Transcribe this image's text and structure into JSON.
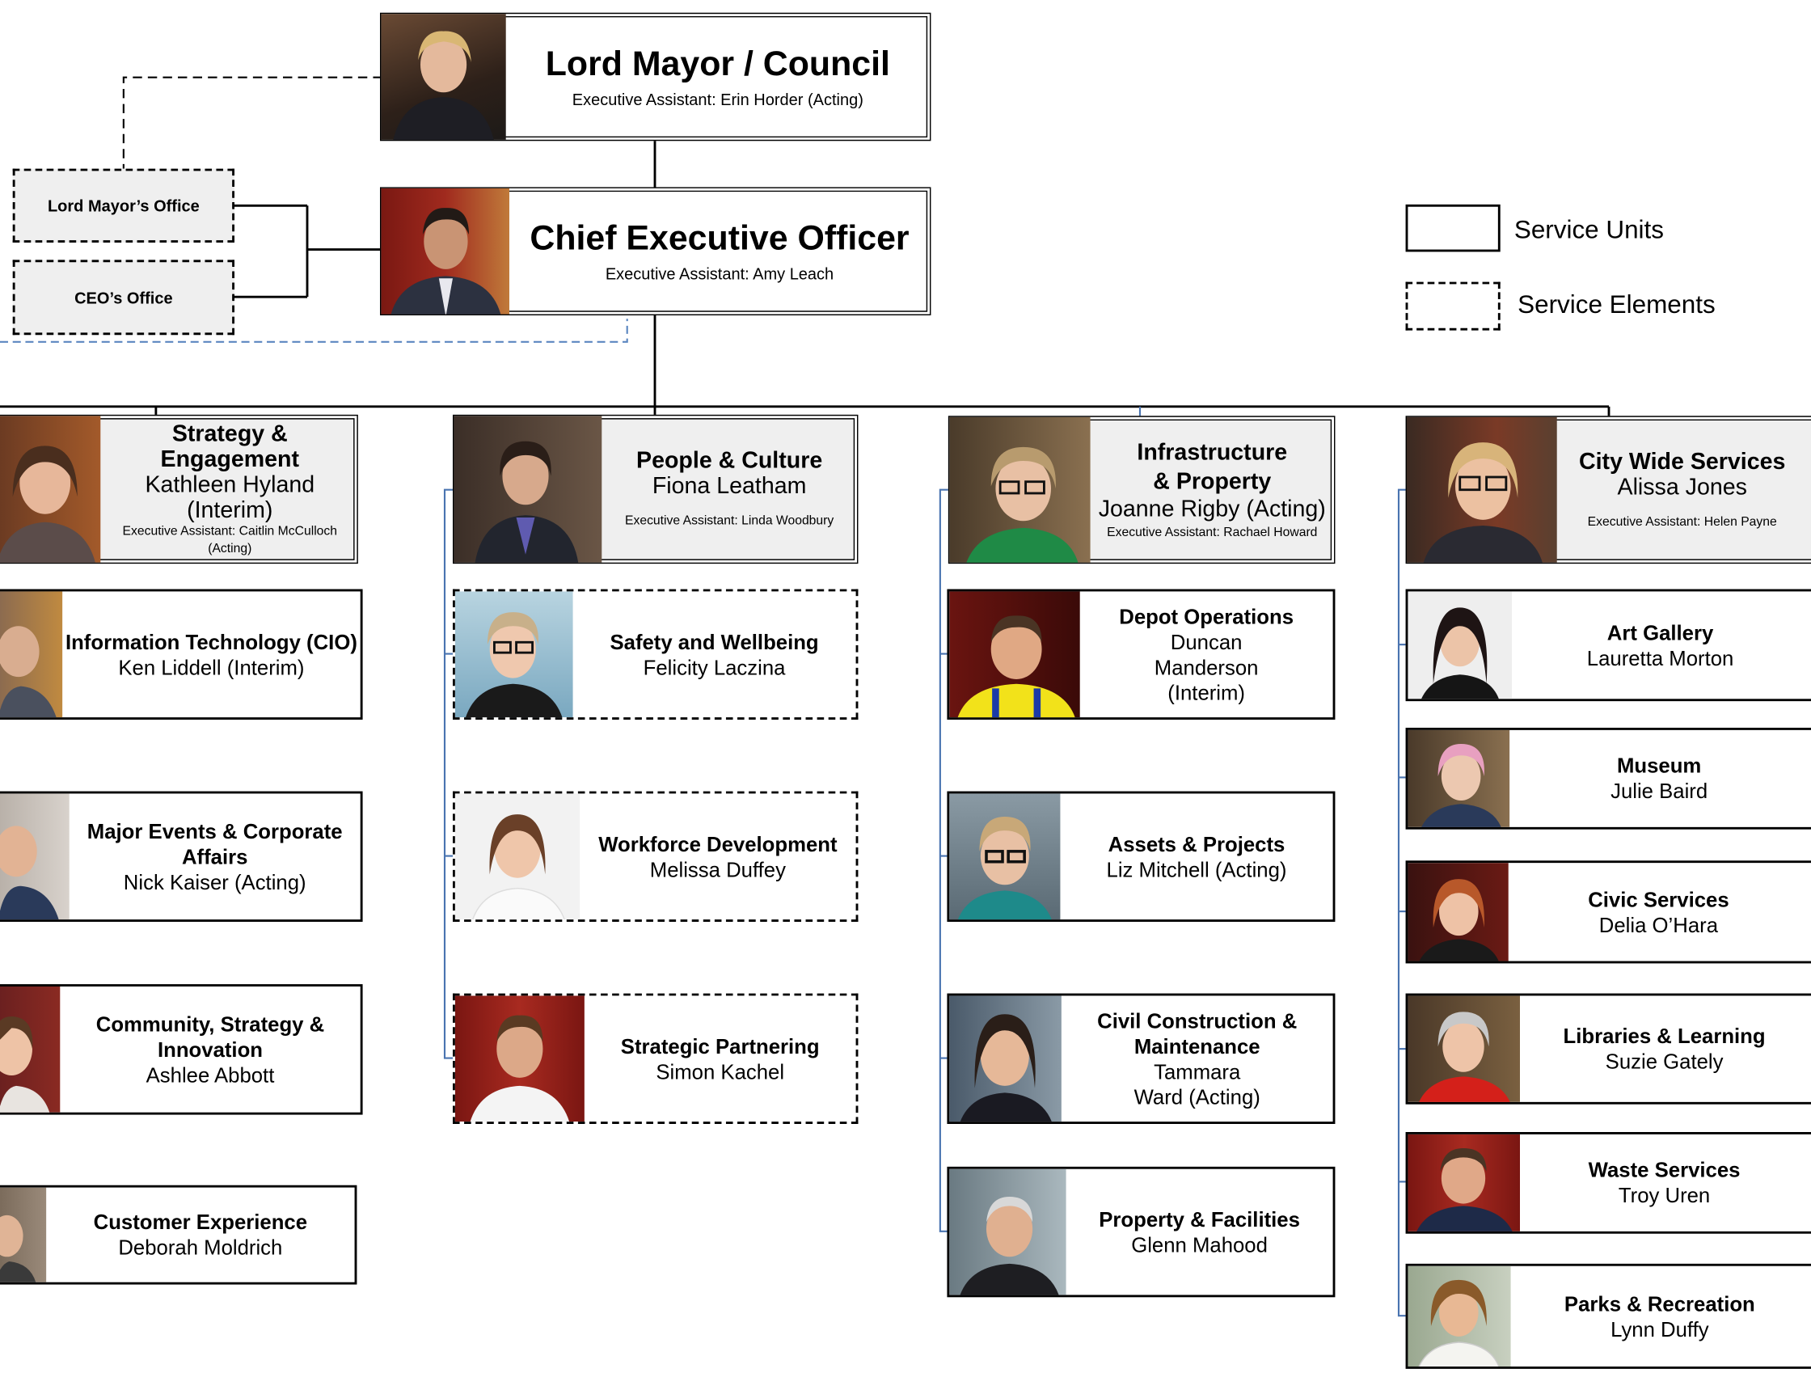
{
  "legend": {
    "service_units": "Service Units",
    "service_elements": "Service Elements"
  },
  "lord_mayor": {
    "title": "Lord Mayor / Council",
    "assistant": "Executive Assistant: Erin Horder (Acting)"
  },
  "ceo": {
    "title": "Chief Executive Officer",
    "assistant": "Executive Assistant: Amy Leach"
  },
  "offices": {
    "lord_mayors_office": "Lord Mayor’s Office",
    "ceos_office": "CEO’s Office"
  },
  "divisions": {
    "strategy": {
      "title": "Strategy & Engagement",
      "name": "Kathleen Hyland (Interim)",
      "assistant": "Executive Assistant: Caitlin McCulloch (Acting)",
      "units": [
        {
          "title": "Information Technology (CIO)",
          "name": "Ken Liddell (Interim)"
        },
        {
          "title": "Major Events & Corporate Affairs",
          "name": "Nick Kaiser (Acting)"
        },
        {
          "title": "Community, Strategy & Innovation",
          "name": "Ashlee Abbott"
        },
        {
          "title": "Customer Experience",
          "name": "Deborah Moldrich"
        }
      ]
    },
    "people": {
      "title": "People & Culture",
      "name": "Fiona Leatham",
      "assistant": "Executive Assistant: Linda Woodbury",
      "units": [
        {
          "title": "Safety and Wellbeing",
          "name": "Felicity Laczina"
        },
        {
          "title": "Workforce Development",
          "name": "Melissa Duffey"
        },
        {
          "title": "Strategic Partnering",
          "name": "Simon Kachel"
        }
      ]
    },
    "infrastructure": {
      "title": "Infrastructure & Property",
      "name": "Joanne Rigby (Acting)",
      "assistant": "Executive Assistant: Rachael Howard",
      "units": [
        {
          "title": "Depot Operations",
          "name": "Duncan Manderson (Interim)"
        },
        {
          "title": "Assets & Projects",
          "name": "Liz Mitchell (Acting)"
        },
        {
          "title": "Civil Construction & Maintenance",
          "name": "Tammara Ward (Acting)"
        },
        {
          "title": "Property & Facilities",
          "name": "Glenn Mahood"
        }
      ]
    },
    "city": {
      "title": "City Wide Services",
      "name": "Alissa Jones",
      "assistant": "Executive Assistant: Helen Payne",
      "units": [
        {
          "title": "Art Gallery",
          "name": "Lauretta Morton"
        },
        {
          "title": "Museum",
          "name": "Julie Baird"
        },
        {
          "title": "Civic Services",
          "name": "Delia O’Hara"
        },
        {
          "title": "Libraries & Learning",
          "name": "Suzie Gately"
        },
        {
          "title": "Waste Services",
          "name": "Troy Uren"
        },
        {
          "title": "Parks & Recreation",
          "name": "Lynn Duffy"
        }
      ]
    }
  }
}
